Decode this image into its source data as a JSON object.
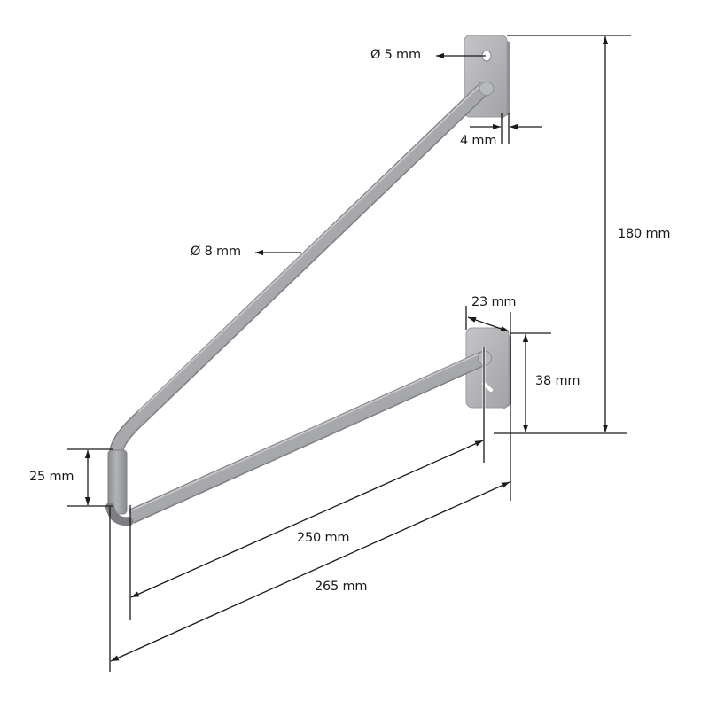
{
  "diagram": {
    "subject": "wire shelf bracket",
    "line_color": "#1a1a1a",
    "metal_color": "#a9aaad",
    "metal_dark": "#7d7e81",
    "metal_light": "#cfd0d2",
    "dimensions": {
      "hole_diameter": "Ø 5 mm",
      "plate_thickness": "4 mm",
      "rod_diameter": "Ø 8 mm",
      "total_height": "180 mm",
      "plate_width": "23 mm",
      "plate_height": "38 mm",
      "end_drop": "25 mm",
      "inner_length": "250 mm",
      "total_length": "265 mm"
    }
  }
}
